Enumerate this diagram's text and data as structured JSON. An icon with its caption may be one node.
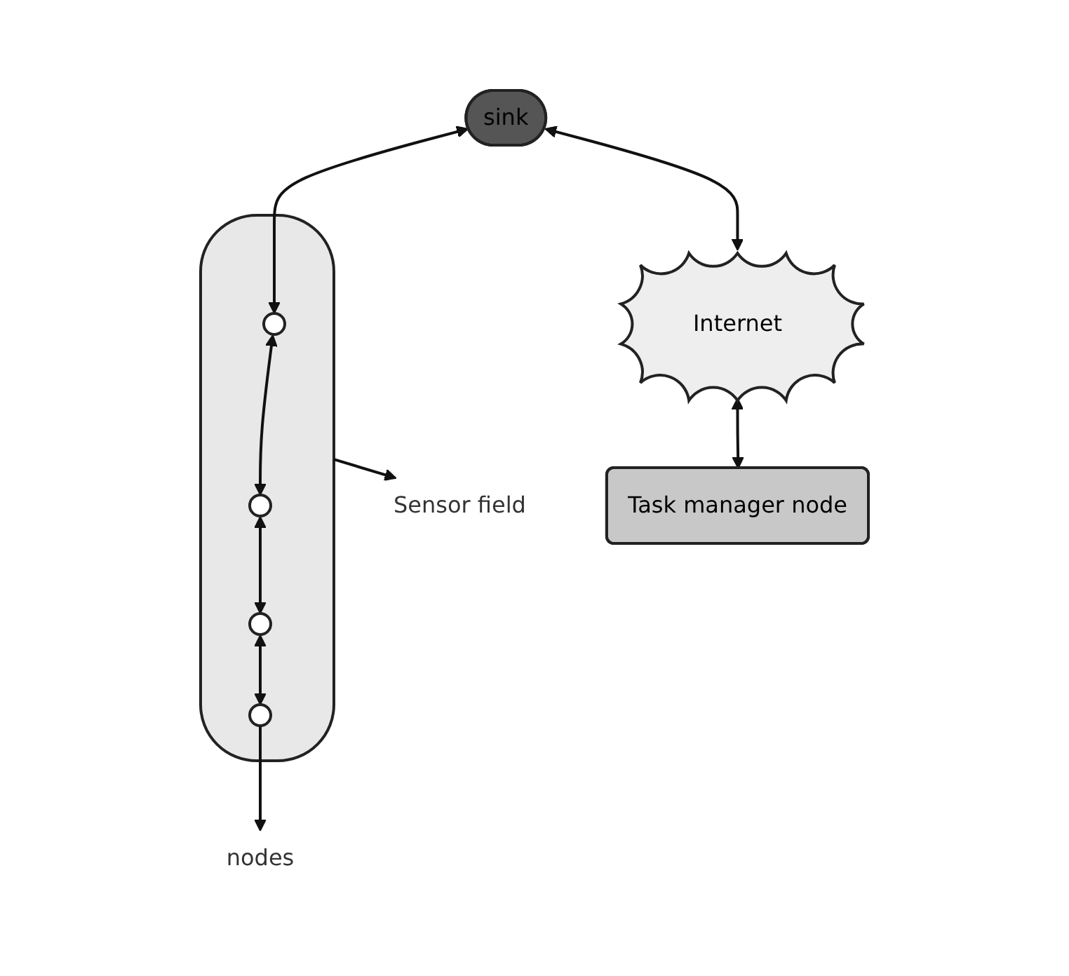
{
  "diagram": {
    "nodes": [
      {
        "text": [
          "Sensor field"
        ]
      },
      {
        "text": [
          "sink"
        ]
      },
      {
        "text": [],
        "shape": "cloud"
      },
      {
        "text": [],
        "shape": "circle",
        "in": 2
      },
      {
        "text": [],
        "shape": "circle",
        "in": 2
      },
      {
        "text": [],
        "shape": "circle",
        "in": 2
      },
      {
        "text": [],
        "shape": "circle",
        "in": 2
      },
      {
        "text": [
          "Internet"
        ]
      },
      {
        "text": [
          "nodes"
        ]
      },
      {
        "text": [
          "Task manager node"
        ]
      }
    ],
    "edges": [
      {
        "from": 1,
        "to": 3,
        "arrow": "both"
      },
      {
        "from": 3,
        "to": 4,
        "arrow": "both"
      },
      {
        "from": 4,
        "to": 5,
        "arrow": "both"
      },
      {
        "from": 5,
        "to": 6,
        "arrow": "both"
      },
      {
        "from": 1,
        "to": 7,
        "arrow": "both"
      },
      {
        "from": 7,
        "to": 9,
        "arrow": "both"
      },
      {
        "from": 2,
        "to": 0,
        "arrow": "to"
      },
      {
        "from": 6,
        "to": 8,
        "arrow": "to"
      }
    ]
  }
}
